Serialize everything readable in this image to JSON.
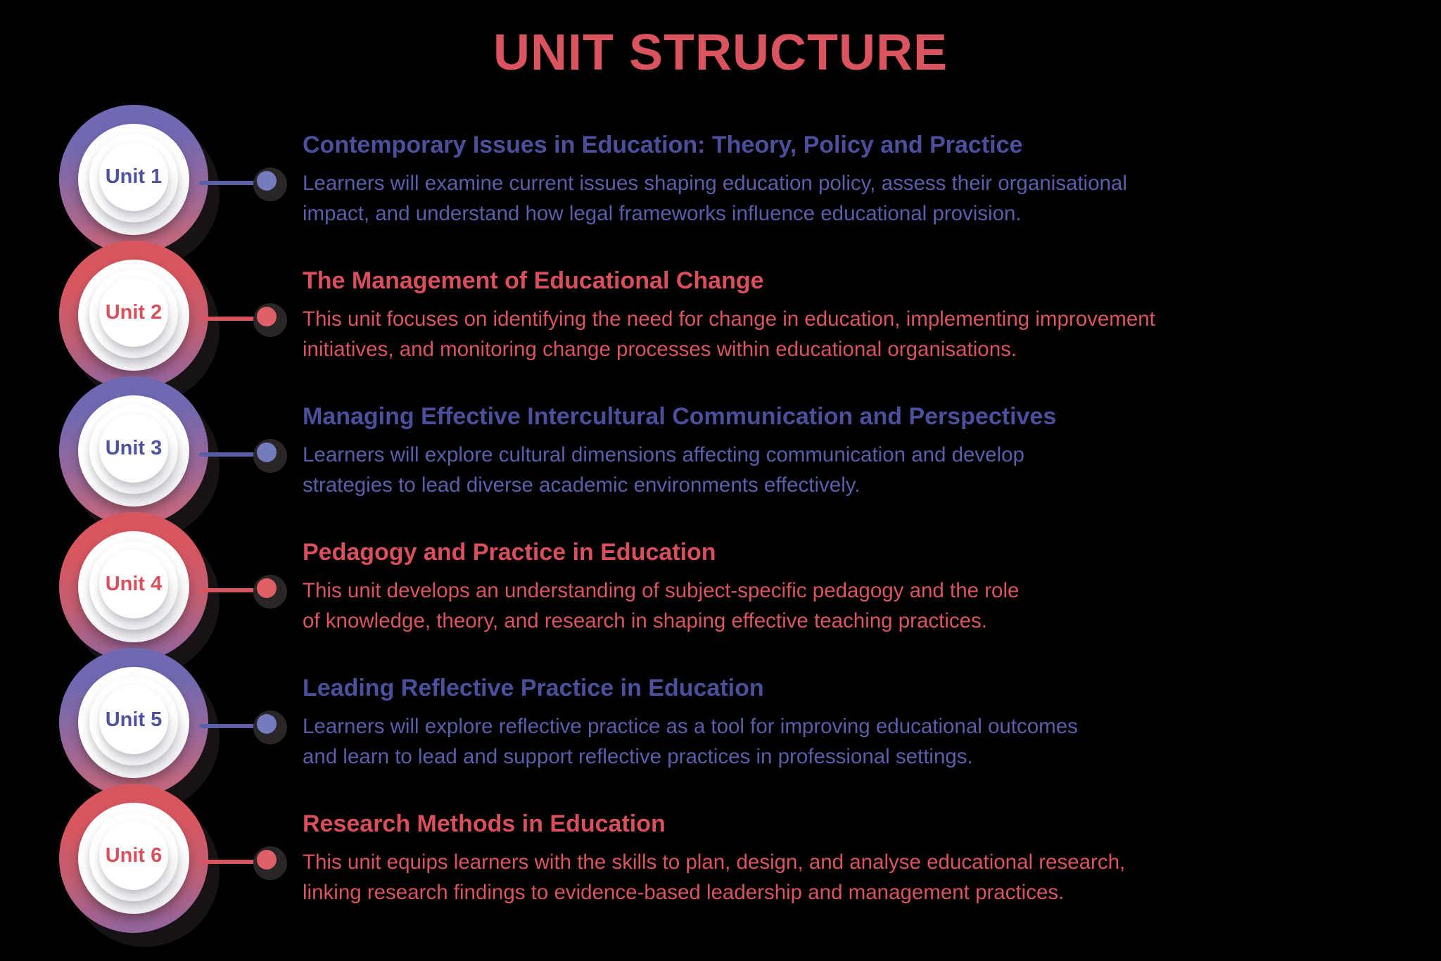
{
  "title": "UNIT STRUCTURE",
  "colors": {
    "title_red": "#d9545f",
    "heading_purple": "#4b4f9c",
    "body_purple": "#5a5fa9",
    "heading_red": "#d94f5c",
    "body_red": "#d9555f",
    "ring_purple": "#6e69b2",
    "ring_pink": "#c0687f",
    "ring_red": "#d8565f",
    "dot_halo": "#2a2628"
  },
  "units": [
    {
      "badge": "Unit 1",
      "theme": "purple",
      "title": "Contemporary Issues in Education: Theory, Policy and Practice",
      "desc_lines": [
        "Learners will examine current issues shaping education policy, assess their organisational",
        "impact, and understand how legal frameworks influence educational provision."
      ]
    },
    {
      "badge": "Unit 2",
      "theme": "red",
      "title": "The Management of Educational Change",
      "desc_lines": [
        "This unit focuses on identifying the need for change in education, implementing improvement",
        "initiatives, and monitoring change processes within educational organisations."
      ]
    },
    {
      "badge": "Unit 3",
      "theme": "purple",
      "title": "Managing Effective Intercultural Communication and Perspectives",
      "desc_lines": [
        "Learners will explore cultural dimensions affecting communication and develop",
        "strategies to lead diverse academic environments effectively."
      ]
    },
    {
      "badge": "Unit 4",
      "theme": "red",
      "title": "Pedagogy and Practice in Education",
      "desc_lines": [
        "This unit develops an understanding of subject-specific pedagogy and the role",
        "of knowledge, theory, and research in shaping effective teaching practices."
      ]
    },
    {
      "badge": "Unit 5",
      "theme": "purple",
      "title": "Leading Reflective Practice in Education",
      "desc_lines": [
        "Learners will explore reflective practice as a tool for improving educational outcomes",
        "and learn to lead and support reflective practices in professional settings."
      ]
    },
    {
      "badge": "Unit 6",
      "theme": "red",
      "title": "Research Methods in Education",
      "desc_lines": [
        "This unit equips learners with the skills to plan, design, and analyse educational research,",
        "linking research findings to evidence-based leadership and management practices."
      ]
    }
  ]
}
